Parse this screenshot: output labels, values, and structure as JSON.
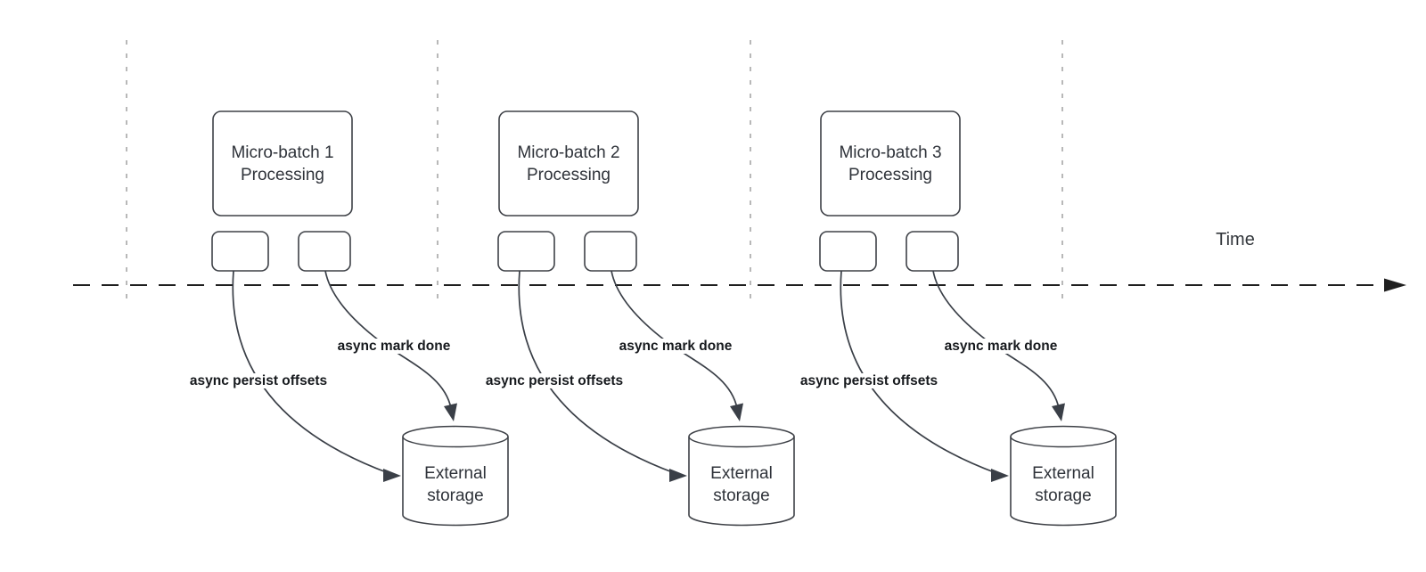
{
  "colors": {
    "background": "#ffffff",
    "shape-stroke": "#3e4147",
    "arrow-stroke": "#3a3f47",
    "guide-stroke": "#a6a6a6",
    "timeline-stroke": "#1f1f1f",
    "box-text": "#2f333a",
    "label-text": "#16191d",
    "axis-text": "#33373c"
  },
  "time_axis": {
    "label": "Time"
  },
  "groups": [
    {
      "box_label": "Micro-batch 1\nProcessing",
      "persist_label": "async persist offsets",
      "mark_done_label": "async mark done",
      "storage_label": "External\nstorage"
    },
    {
      "box_label": "Micro-batch 2\nProcessing",
      "persist_label": "async persist offsets",
      "mark_done_label": "async mark done",
      "storage_label": "External\nstorage"
    },
    {
      "box_label": "Micro-batch 3\nProcessing",
      "persist_label": "async persist offsets",
      "mark_done_label": "async mark done",
      "storage_label": "External\nstorage"
    }
  ]
}
